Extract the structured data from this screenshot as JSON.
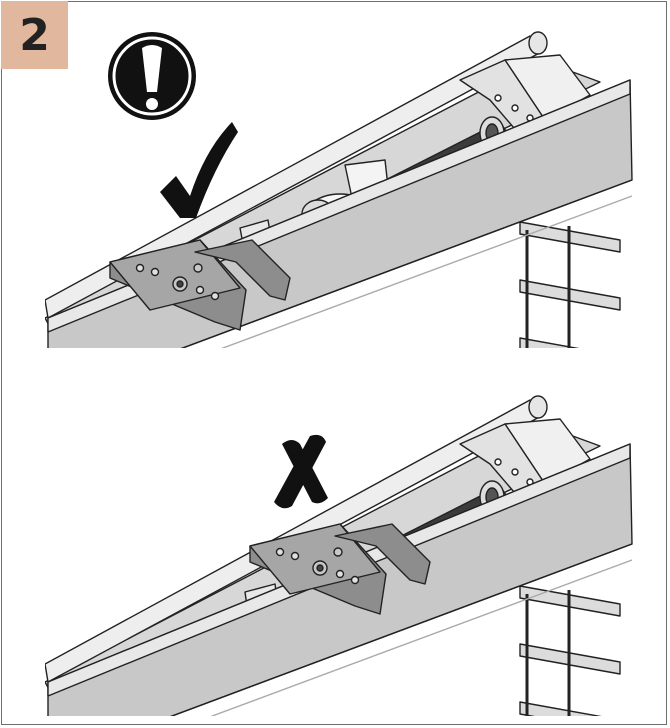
{
  "step": {
    "number": "2"
  },
  "icons": {
    "warning": "exclamation-circle-icon",
    "correct": "checkmark-icon",
    "incorrect": "cross-icon"
  },
  "colors": {
    "badge": "#e1b79d",
    "rail_light": "#e6e6e6",
    "rail_mid": "#c9c9c9",
    "rail_dark": "#8c8c8c",
    "rod": "#3b3b3b",
    "bracket": "#8a8a8a",
    "mark": "#111111"
  },
  "panels": [
    {
      "name": "correct-position",
      "verdict": "correct"
    },
    {
      "name": "incorrect-position",
      "verdict": "incorrect"
    }
  ]
}
